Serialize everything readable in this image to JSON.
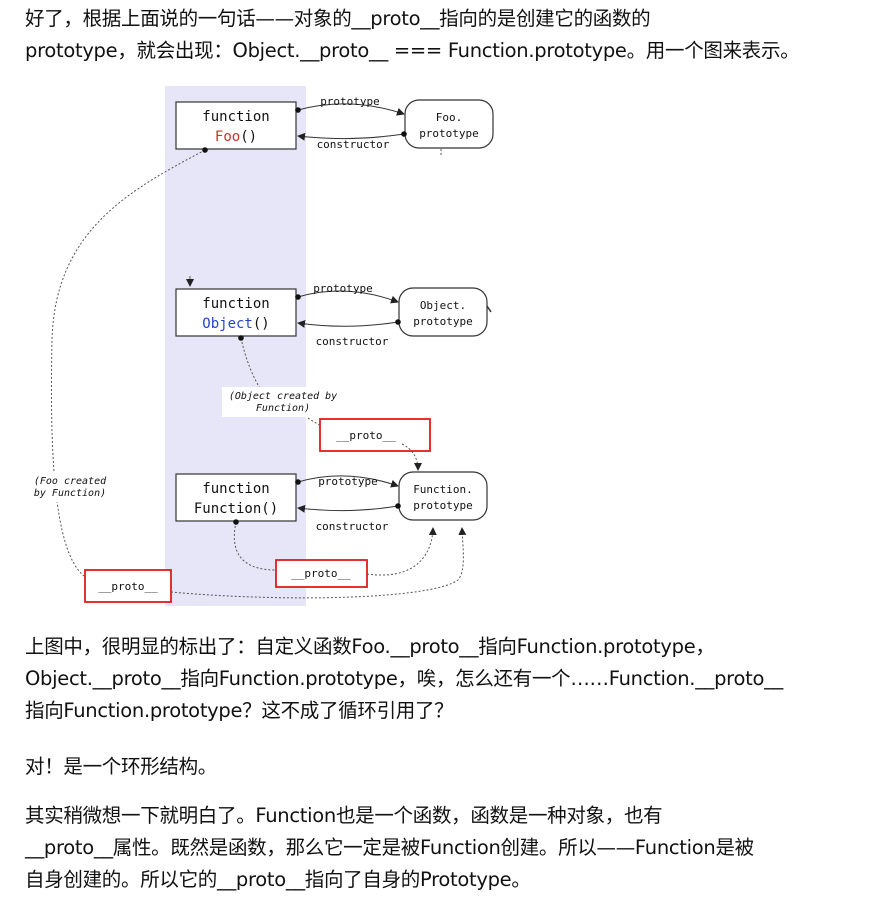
{
  "intro": {
    "line1": "好了，根据上面说的一句话——对象的__proto__指向的是创建它的函数的",
    "line2": "prototype，就会出现：Object.__proto__ === Function.prototype。用一个图来表示。"
  },
  "diagram": {
    "foo_fn": {
      "line1": "function",
      "line2_name": "Foo",
      "line2_suffix": "()"
    },
    "foo_proto": {
      "line1": "Foo.",
      "line2": "prototype"
    },
    "object_fn": {
      "line1": "function",
      "line2_name": "Object",
      "line2_suffix": "()"
    },
    "object_proto": {
      "line1": "Object.",
      "line2": "prototype"
    },
    "function_fn": {
      "line1": "function",
      "line2": "Function()"
    },
    "function_proto": {
      "line1": "Function.",
      "line2": "prototype"
    },
    "edge_prototype": "prototype",
    "edge_constructor": "constructor",
    "note_object": {
      "line1": "(Object created by",
      "line2": "Function)"
    },
    "note_foo": {
      "line1": "(Foo created",
      "line2": "by Function)"
    },
    "proto_label": "__proto__",
    "colors": {
      "band": "#e8e8fa",
      "highlight": "#e21b1b",
      "foo_name": "#d0302a",
      "object_name": "#2244cc"
    }
  },
  "explain": {
    "line1": "上图中，很明显的标出了：自定义函数Foo.__proto__指向Function.prototype，",
    "line2": "Object.__proto__指向Function.prototype，唉，怎么还有一个……Function.__proto__",
    "line3": "指向Function.prototype？这不成了循环引用了？"
  },
  "answer": {
    "line1": "对！是一个环形结构。"
  },
  "conclusion": {
    "line1": "其实稍微想一下就明白了。Function也是一个函数，函数是一种对象，也有",
    "line2": "__proto__属性。既然是函数，那么它一定是被Function创建。所以——Function是被",
    "line3": "自身创建的。所以它的__proto__指向了自身的Prototype。"
  }
}
